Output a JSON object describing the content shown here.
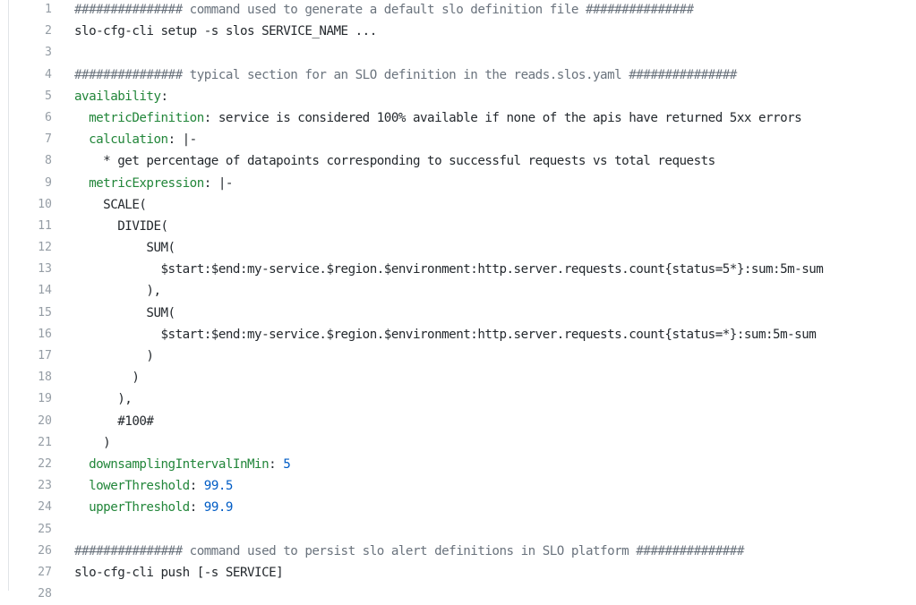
{
  "code": {
    "colors": {
      "comment": "#6a737d",
      "key": "#22863a",
      "number": "#005cc5",
      "plain": "#24292e",
      "line_number": "#959da5"
    },
    "lines": [
      {
        "n": "1",
        "indent": "",
        "segments": [
          {
            "t": "############### command used to generate a default slo definition file ###############",
            "k": "comment"
          }
        ]
      },
      {
        "n": "2",
        "indent": "",
        "segments": [
          {
            "t": "slo-cfg-cli setup -s slos SERVICE_NAME ...",
            "k": "plain"
          }
        ]
      },
      {
        "n": "3",
        "indent": "",
        "segments": []
      },
      {
        "n": "4",
        "indent": "",
        "segments": [
          {
            "t": "############### typical section for an SLO definition in the reads.slos.yaml ###############",
            "k": "comment"
          }
        ]
      },
      {
        "n": "5",
        "indent": "",
        "segments": [
          {
            "t": "availability",
            "k": "key"
          },
          {
            "t": ":",
            "k": "plain"
          }
        ]
      },
      {
        "n": "6",
        "indent": "  ",
        "segments": [
          {
            "t": "metricDefinition",
            "k": "key"
          },
          {
            "t": ": service is considered 100% available if none of the apis have returned 5xx errors",
            "k": "plain"
          }
        ]
      },
      {
        "n": "7",
        "indent": "  ",
        "segments": [
          {
            "t": "calculation",
            "k": "key"
          },
          {
            "t": ": |-",
            "k": "plain"
          }
        ]
      },
      {
        "n": "8",
        "indent": "    ",
        "segments": [
          {
            "t": "* get percentage of datapoints corresponding to successful requests vs total requests",
            "k": "plain"
          }
        ]
      },
      {
        "n": "9",
        "indent": "  ",
        "segments": [
          {
            "t": "metricExpression",
            "k": "key"
          },
          {
            "t": ": |-",
            "k": "plain"
          }
        ]
      },
      {
        "n": "10",
        "indent": "    ",
        "segments": [
          {
            "t": "SCALE(",
            "k": "plain"
          }
        ]
      },
      {
        "n": "11",
        "indent": "      ",
        "segments": [
          {
            "t": "DIVIDE(",
            "k": "plain"
          }
        ]
      },
      {
        "n": "12",
        "indent": "          ",
        "segments": [
          {
            "t": "SUM(",
            "k": "plain"
          }
        ]
      },
      {
        "n": "13",
        "indent": "            ",
        "segments": [
          {
            "t": "$start:$end:my-service.$region.$environment:http.server.requests.count{status=5*}:sum:5m-sum",
            "k": "plain"
          }
        ]
      },
      {
        "n": "14",
        "indent": "          ",
        "segments": [
          {
            "t": "),",
            "k": "plain"
          }
        ]
      },
      {
        "n": "15",
        "indent": "          ",
        "segments": [
          {
            "t": "SUM(",
            "k": "plain"
          }
        ]
      },
      {
        "n": "16",
        "indent": "            ",
        "segments": [
          {
            "t": "$start:$end:my-service.$region.$environment:http.server.requests.count{status=*}:sum:5m-sum",
            "k": "plain"
          }
        ]
      },
      {
        "n": "17",
        "indent": "          ",
        "segments": [
          {
            "t": ")",
            "k": "plain"
          }
        ]
      },
      {
        "n": "18",
        "indent": "        ",
        "segments": [
          {
            "t": ")",
            "k": "plain"
          }
        ]
      },
      {
        "n": "19",
        "indent": "      ",
        "segments": [
          {
            "t": "),",
            "k": "plain"
          }
        ]
      },
      {
        "n": "20",
        "indent": "      ",
        "segments": [
          {
            "t": "#100#",
            "k": "plain"
          }
        ]
      },
      {
        "n": "21",
        "indent": "    ",
        "segments": [
          {
            "t": ")",
            "k": "plain"
          }
        ]
      },
      {
        "n": "22",
        "indent": "  ",
        "segments": [
          {
            "t": "downsamplingIntervalInMin",
            "k": "key"
          },
          {
            "t": ": ",
            "k": "plain"
          },
          {
            "t": "5",
            "k": "number"
          }
        ]
      },
      {
        "n": "23",
        "indent": "  ",
        "segments": [
          {
            "t": "lowerThreshold",
            "k": "key"
          },
          {
            "t": ": ",
            "k": "plain"
          },
          {
            "t": "99.5",
            "k": "number"
          }
        ]
      },
      {
        "n": "24",
        "indent": "  ",
        "segments": [
          {
            "t": "upperThreshold",
            "k": "key"
          },
          {
            "t": ": ",
            "k": "plain"
          },
          {
            "t": "99.9",
            "k": "number"
          }
        ]
      },
      {
        "n": "25",
        "indent": "",
        "segments": []
      },
      {
        "n": "26",
        "indent": "",
        "segments": [
          {
            "t": "############### command used to persist slo alert definitions in SLO platform ###############",
            "k": "comment"
          }
        ]
      },
      {
        "n": "27",
        "indent": "",
        "segments": [
          {
            "t": "slo-cfg-cli push [-s SERVICE]",
            "k": "plain"
          }
        ]
      },
      {
        "n": "28",
        "indent": "",
        "segments": []
      }
    ]
  }
}
